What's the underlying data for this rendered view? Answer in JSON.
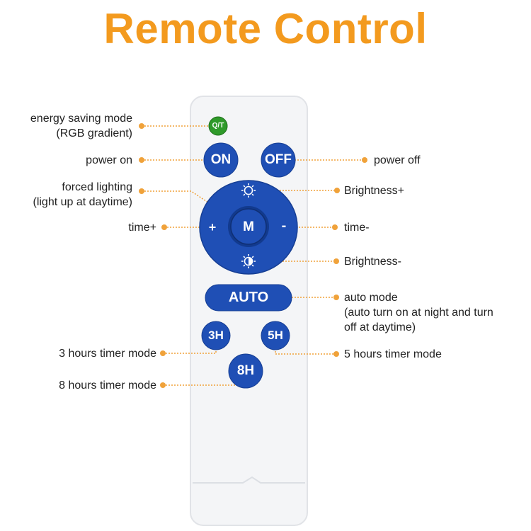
{
  "title": "Remote Control",
  "colors": {
    "title": "#f39a1e",
    "leader": "#f0a23a",
    "button_blue": "#1f4fb5",
    "button_green": "#2f9a2a",
    "remote_body": "#f4f5f7"
  },
  "buttons": {
    "qt": "Q/T",
    "on": "ON",
    "off": "OFF",
    "m": "M",
    "plus": "+",
    "minus": "-",
    "auto": "AUTO",
    "h3": "3H",
    "h5": "5H",
    "h8": "8H"
  },
  "icons": {
    "brightness_up": "sun-icon",
    "brightness_down": "half-sun-icon"
  },
  "labels": {
    "energy_1": "energy saving mode",
    "energy_2": "(RGB gradient)",
    "power_on": "power on",
    "power_off": "power off",
    "forced_1": "forced lighting",
    "forced_2": "(light up at daytime)",
    "brightness_plus": "Brightness+",
    "time_plus": "time+",
    "time_minus": "time-",
    "brightness_minus": "Brightness-",
    "auto_1": "auto mode",
    "auto_2": "(auto turn on at night and turn",
    "auto_3": "off at daytime)",
    "timer3": "3 hours timer mode",
    "timer5": "5 hours timer mode",
    "timer8": "8 hours timer mode"
  }
}
